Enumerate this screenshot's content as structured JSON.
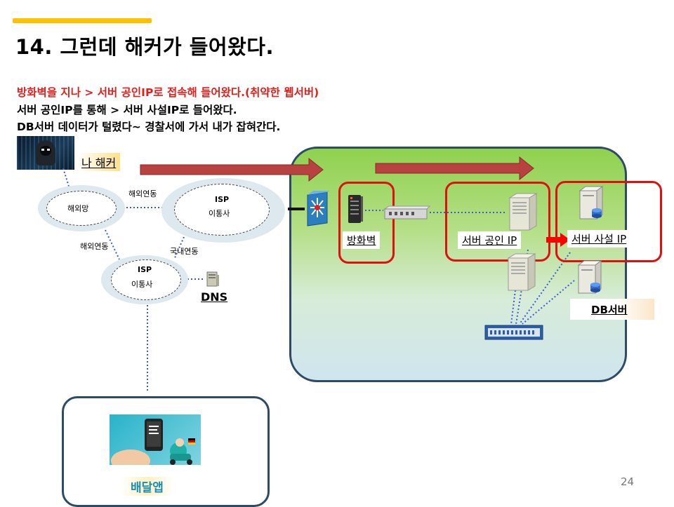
{
  "slide": {
    "title": "14. 그런데 해커가 들어왔다.",
    "lines": [
      "방화벽을 지나 > 서버 공인IP로 접속해 들어왔다.(취약한 웹서버)",
      "서버 공인IP를 통해 > 서버 사설IP로 들어왔다.",
      "DB서버 데이터가 털렸다~    경찰서에 가서 내가 잡혀간다."
    ],
    "page_number": "24",
    "accent_color": "#ffc000",
    "highlight_color": "#e0201c"
  },
  "diagram": {
    "hacker_label": "나 해커",
    "overseas_net": "해외망",
    "isp_top": {
      "line1": "ISP",
      "line2": "이통사"
    },
    "isp_bottom": {
      "line1": "ISP",
      "line2": "이통사"
    },
    "link_overseas_1": "해외연동",
    "link_overseas_2": "해외연동",
    "link_domestic": "국내연동",
    "dns_label": "DNS",
    "firewall_label": "방화벽",
    "public_ip_label": "서버 공인 IP",
    "private_ip_label": "서버 사설 IP",
    "db_server_label": "DB서버",
    "delivery_app_label": "배달앱",
    "icons": [
      "hacker-icon",
      "switch-icon",
      "firewall-icon",
      "router-icon",
      "server-icon",
      "db-server-icon",
      "dns-server-icon",
      "switch-rack-icon",
      "phone-app-icon"
    ]
  }
}
